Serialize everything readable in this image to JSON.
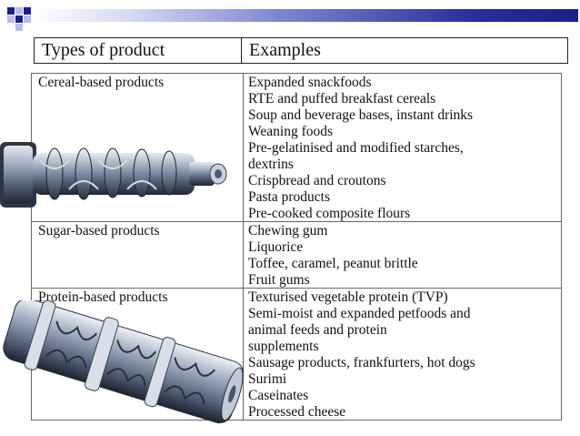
{
  "header": {
    "col1": "Types of product",
    "col2": "Examples"
  },
  "rows": [
    {
      "category": "Cereal-based products",
      "examples": [
        "Expanded snackfoods",
        "RTE and puffed breakfast cereals",
        "Soup and beverage bases, instant drinks",
        "Weaning foods",
        "Pre-gelatinised and modified starches,",
        "dextrins",
        "Crispbread and croutons",
        "Pasta products",
        "Pre-cooked composite flours"
      ]
    },
    {
      "category": "Sugar-based products",
      "examples": [
        "Chewing gum",
        "Liquorice",
        "Toffee, caramel, peanut brittle",
        "Fruit gums"
      ]
    },
    {
      "category": "Protein-based products",
      "examples": [
        "Texturised vegetable protein (TVP)",
        "Semi-moist and expanded petfoods and",
        "animal feeds and protein",
        "supplements",
        "Sausage products, frankfurters, hot dogs",
        "Surimi",
        "Caseinates",
        "Processed cheese"
      ]
    }
  ],
  "colors": {
    "square_dark": "#1a1f8a",
    "square_light": "#8a90d4",
    "steel": "#7e8ea6"
  },
  "images": [
    "twin-screw-extruder-image",
    "single-screw-extruder-image"
  ]
}
